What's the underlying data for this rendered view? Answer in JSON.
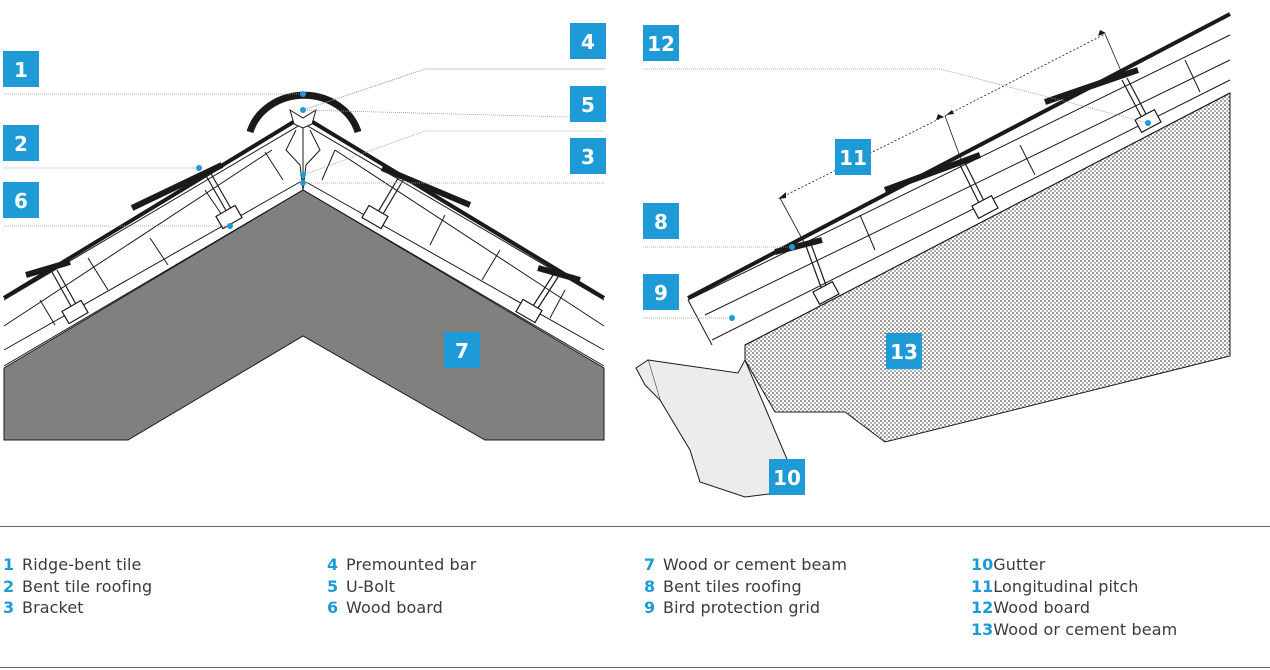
{
  "colors": {
    "accent": "#1e9bd7",
    "badge": "#1e9bd7",
    "beam_fill": "#808080",
    "line": "#1a1a1a",
    "gutter_fill": "#ececec"
  },
  "badges": {
    "b1": "1",
    "b2": "2",
    "b3": "3",
    "b4": "4",
    "b5": "5",
    "b6": "6",
    "b7": "7",
    "b8": "8",
    "b9": "9",
    "b10": "10",
    "b11": "11",
    "b12": "12",
    "b13": "13"
  },
  "legend": {
    "col1": [
      {
        "num": "1",
        "text": "Ridge-bent tile"
      },
      {
        "num": "2",
        "text": "Bent tile roofing"
      },
      {
        "num": "3",
        "text": "Bracket"
      }
    ],
    "col2": [
      {
        "num": "4",
        "text": "Premounted bar"
      },
      {
        "num": "5",
        "text": "U-Bolt"
      },
      {
        "num": "6",
        "text": "Wood board"
      }
    ],
    "col3": [
      {
        "num": "7",
        "text": "Wood or cement beam"
      },
      {
        "num": "8",
        "text": "Bent tiles roofing"
      },
      {
        "num": "9",
        "text": "Bird protection grid"
      }
    ],
    "col4": [
      {
        "num": "10",
        "text": "Gutter"
      },
      {
        "num": "11",
        "text": "Longitudinal pitch"
      },
      {
        "num": "12",
        "text": "Wood board"
      },
      {
        "num": "13",
        "text": "Wood or cement beam"
      }
    ]
  }
}
